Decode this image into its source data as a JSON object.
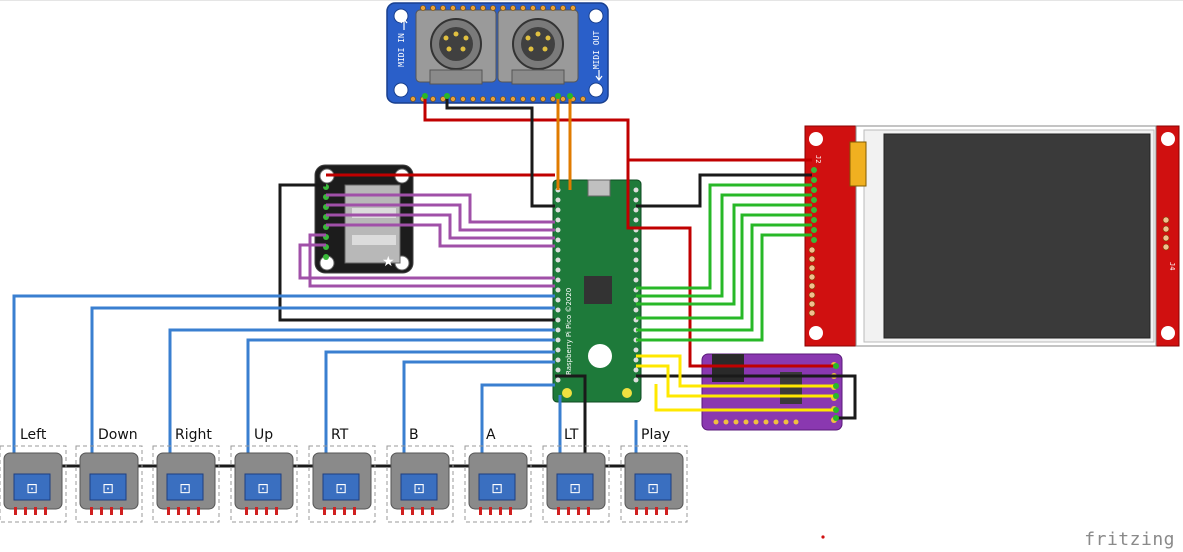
{
  "app": {
    "brand": "fritzing"
  },
  "midi_board": {
    "left_label": "MIDI IN",
    "right_label": "MIDI OUT"
  },
  "pico": {
    "board_text": "Raspberry Pi Pico ©2020"
  },
  "display": {
    "header_top": "J2",
    "header_side": "J4"
  },
  "buttons": [
    {
      "label": "Left"
    },
    {
      "label": "Down"
    },
    {
      "label": "Right"
    },
    {
      "label": "Up"
    },
    {
      "label": "RT"
    },
    {
      "label": "B"
    },
    {
      "label": "A"
    },
    {
      "label": "LT"
    },
    {
      "label": "Play"
    }
  ],
  "colors": {
    "red_wire": "#c00000",
    "black_wire": "#1a1a1a",
    "orange_wire": "#e07b00",
    "purple_wire": "#a050a8",
    "blue_wire": "#3a7fd0",
    "green_wire": "#28b828",
    "yellow_wire": "#ffe800",
    "midi_board": "#2a5fc9",
    "pico_board": "#1e7a3a",
    "display_board": "#d01010",
    "amp_board": "#8a38b0",
    "sd_board": "#1c1c1c"
  }
}
